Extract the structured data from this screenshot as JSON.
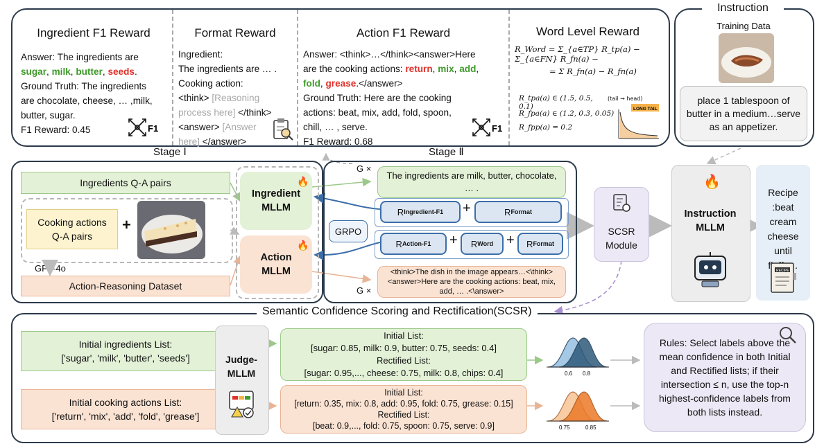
{
  "top": {
    "ingredient_f1": {
      "title": "Ingredient F1 Reward",
      "answer_prefix": "Answer: The ingredients are",
      "w1": "sugar",
      "c1": ",",
      "w2": "milk",
      "c2": ",",
      "w3": "butter",
      "c3": ",",
      "w4": "seeds",
      "end": ".",
      "gt_line1": "Ground Truth: The ingredients",
      "gt_line2": "are chocolate, cheese, … ,milk,",
      "gt_line3": "butter, sugar.",
      "score": "F1 Reward: 0.45",
      "badge": "F1"
    },
    "format": {
      "title": "Format Reward",
      "l1": "Ingredient:",
      "l2": "The ingredients are … .",
      "l3": "Cooking action:",
      "l4a": "<think>",
      "l4b": " [Reasoning",
      "l5a": "process here]",
      "l5b": " </think>",
      "l6a": "<answer>",
      "l6b": " [Answer",
      "l7a": "here]",
      "l7b": " </answer>"
    },
    "action_f1": {
      "title": "Action F1 Reward",
      "l1": "Answer: <think>…</think><answer>Here",
      "l2": "are the cooking actions:",
      "a1": "return",
      "a2": "mix",
      "a3": "add",
      "a4": "fold",
      "a5": "grease",
      "l3end": ".</answer>",
      "gt1": "Ground Truth: Here are the cooking",
      "gt2": "actions: beat, mix, add, fold, spoon,",
      "gt3": "chill, … , serve.",
      "score": "F1 Reward: 0.68",
      "badge": "F1"
    },
    "word": {
      "title": "Word Level Reward",
      "eq1": "R_Word = Σ_{a∈TP} R_tp(a) − Σ_{a∈FN} R_fn(a) −",
      "eq2": "= Σ R_fn(a) − R_fn(a)",
      "eq3": "R_tpa(a) ∈ (1.5, 0.5, 0.1)",
      "eq3note": "(tail → head)",
      "eq4": "R_fpa(a) ∈ (1.2, 0.3, 0.05)",
      "eq5": "R_fpp(a) = 0.2",
      "long_tail": "LONG TAIL"
    }
  },
  "instruction": {
    "title": "Instruction",
    "subtitle": "Training Data",
    "text": "place 1 tablespoon of butter in a medium…serve as an appetizer."
  },
  "stage1": {
    "label": "Stage Ⅰ",
    "ing_qa": "Ingredients Q-A pairs",
    "cook_qa": "Cooking actions Q-A pairs",
    "plus": "+",
    "gpt": "GPT-4o",
    "dataset": "Action-Reasoning Dataset",
    "ing_mllm": "Ingredient MLLM",
    "act_mllm": "Action MLLM"
  },
  "stage2": {
    "label": "Stage Ⅱ",
    "g1": "G ×",
    "g2": "G ×",
    "out_top": "The ingredients are milk, butter, chocolate, … .",
    "out_bot": "<think>The dish in the image appears…<\\think><answer>Here are the cooking actions: beat, mix, add, … .<\\answer>",
    "grpo": "GRPO",
    "r_ing": "R",
    "r_ing_sub": "Ingredient-F1",
    "r_fmt": "R",
    "r_fmt_sub": "Format",
    "r_act": "R",
    "r_act_sub": "Action-F1",
    "r_word": "R",
    "r_word_sub": "Word",
    "r_fmt2": "R",
    "r_fmt2_sub": "Format",
    "plus": "+"
  },
  "scsr_module": "SCSR Module",
  "instr_mllm": "Instruction MLLM",
  "recipe": "Recipe :beat cream cheese until fluffy…",
  "recipe_book": "RECIPE",
  "scsr": {
    "title": "Semantic Confidence Scoring and Rectification(SCSR)",
    "init_ing_l1": "Initial ingredients List:",
    "init_ing_l2": "['sugar', 'milk', 'butter', 'seeds']",
    "init_act_l1": "Initial cooking actions List:",
    "init_act_l2": "['return', 'mix', 'add', 'fold', 'grease']",
    "judge": "Judge-MLLM",
    "g_init_t": "Initial List:",
    "g_init_v": "[sugar: 0.85, milk: 0.9, butter: 0.75, seeds: 0.4]",
    "g_rect_t": "Rectified List:",
    "g_rect_v": "[sugar: 0.95,..., cheese: 0.75, milk: 0.8, chips: 0.4]",
    "p_init_t": "Initial List:",
    "p_init_v": "[return: 0.35, mix: 0.8, add: 0.95, fold: 0.75, grease: 0.15]",
    "p_rect_t": "Rectified List:",
    "p_rect_v": "[beat: 0.9,..., fold: 0.75, spoon: 0.75, serve: 0.9]",
    "dist1_a": "0.6",
    "dist1_b": "0.8",
    "dist2_a": "0.75",
    "dist2_b": "0.85",
    "rules": "Rules: Select labels above the mean confidence in both Initial and Rectified lists; if their intersection ≤ n, use the top-n highest-confidence labels from both lists instead."
  },
  "colors": {
    "green": "#e3f1d7",
    "peach": "#fbe3d3",
    "blue": "#dce6f3",
    "frame": "#2b3a4a"
  }
}
